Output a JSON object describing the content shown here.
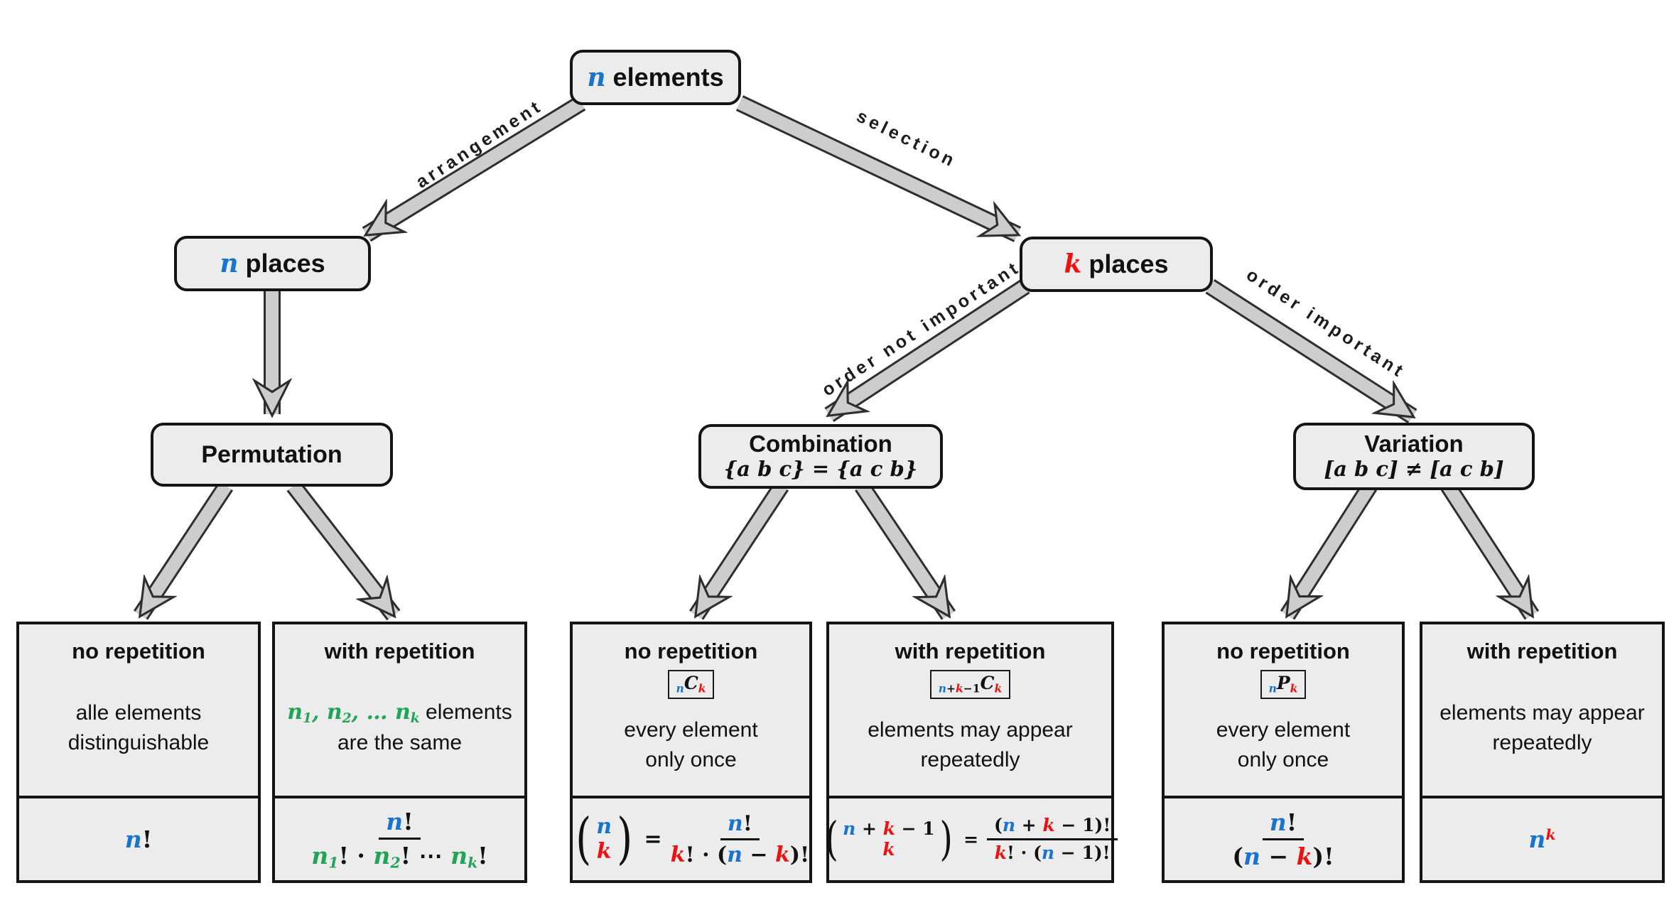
{
  "colors": {
    "variable_n": "#1a74cc",
    "variable_k": "#ee1111",
    "variable_multiset": "#21a457",
    "box_fill": "#ececec",
    "box_border": "#141414",
    "arrow_fill": "#cdcdcd",
    "arrow_outline": "#2e2e2e"
  },
  "root": {
    "tokens": [
      {
        "t": "n",
        "c": "n",
        "s": "var"
      },
      {
        "t": " elements",
        "s": "txt"
      }
    ]
  },
  "n_places": {
    "tokens": [
      {
        "t": "n",
        "c": "n",
        "s": "var"
      },
      {
        "t": " places",
        "s": "txt"
      }
    ]
  },
  "k_places": {
    "tokens": [
      {
        "t": "k",
        "c": "k",
        "s": "var"
      },
      {
        "t": " places",
        "s": "txt"
      }
    ]
  },
  "permutation": {
    "title": "Permutation"
  },
  "combination": {
    "title": "Combination",
    "subtitle": [
      {
        "t": "{a b c} = {a c b}",
        "s": "var"
      }
    ]
  },
  "variation": {
    "title": "Variation",
    "subtitle": [
      {
        "t": "[a b c] ≠ [a c b]",
        "s": "var"
      }
    ]
  },
  "edges": {
    "arrangement": "arrangement",
    "selection": "selection",
    "order_not_important": "order not important",
    "order_important": "order important"
  },
  "leaves": [
    {
      "title": "no repetition",
      "body1": [
        {
          "t": "alle elements",
          "s": "txt"
        }
      ],
      "body2": [
        {
          "t": "distinguishable",
          "s": "txt"
        }
      ],
      "formula": {
        "main": [
          {
            "t": "n",
            "c": "n",
            "s": "var"
          },
          {
            "t": "!",
            "s": "rom"
          }
        ]
      }
    },
    {
      "title": "with repetition",
      "body1": [
        {
          "t": "n",
          "c": "m",
          "s": "var"
        },
        {
          "t": "1",
          "c": "m",
          "s": "var sub"
        },
        {
          "t": ", ",
          "c": "m",
          "s": "var"
        },
        {
          "t": "n",
          "c": "m",
          "s": "var"
        },
        {
          "t": "2",
          "c": "m",
          "s": "var sub"
        },
        {
          "t": ", … ",
          "c": "m",
          "s": "var"
        },
        {
          "t": "n",
          "c": "m",
          "s": "var"
        },
        {
          "t": "k",
          "c": "m",
          "s": "var sub"
        },
        {
          "t": " elements",
          "s": "txt"
        }
      ],
      "body2": [
        {
          "t": "are the same",
          "s": "txt"
        }
      ],
      "formula": {
        "num": [
          {
            "t": "n",
            "c": "n",
            "s": "var"
          },
          {
            "t": "!",
            "s": "rom"
          }
        ],
        "den": [
          {
            "t": "n",
            "c": "m",
            "s": "var"
          },
          {
            "t": "1",
            "c": "m",
            "s": "var sub"
          },
          {
            "t": "! · ",
            "s": "rom"
          },
          {
            "t": "n",
            "c": "m",
            "s": "var"
          },
          {
            "t": "2",
            "c": "m",
            "s": "var sub"
          },
          {
            "t": "! ⋯ ",
            "s": "rom"
          },
          {
            "t": "n",
            "c": "m",
            "s": "var"
          },
          {
            "t": "k",
            "c": "m",
            "s": "var sub"
          },
          {
            "t": "!",
            "s": "rom"
          }
        ]
      }
    },
    {
      "title": "no repetition",
      "badge": [
        {
          "t": "n",
          "c": "n",
          "s": "var sub"
        },
        {
          "t": "C",
          "s": "var"
        },
        {
          "t": "k",
          "c": "k",
          "s": "var sub"
        }
      ],
      "body1": [
        {
          "t": "every element",
          "s": "txt"
        }
      ],
      "body2": [
        {
          "t": "only once",
          "s": "txt"
        }
      ],
      "formula": {
        "lp": "(",
        "rp": ")",
        "eq": "=",
        "binom_top": [
          {
            "t": "n",
            "c": "n",
            "s": "var"
          }
        ],
        "binom_bot": [
          {
            "t": "k",
            "c": "k",
            "s": "var"
          }
        ],
        "num": [
          {
            "t": "n",
            "c": "n",
            "s": "var"
          },
          {
            "t": "!",
            "s": "rom"
          }
        ],
        "den": [
          {
            "t": "k",
            "c": "k",
            "s": "var"
          },
          {
            "t": "! · (",
            "s": "rom"
          },
          {
            "t": "n",
            "c": "n",
            "s": "var"
          },
          {
            "t": " − ",
            "s": "rom"
          },
          {
            "t": "k",
            "c": "k",
            "s": "var"
          },
          {
            "t": ")!",
            "s": "rom"
          }
        ]
      }
    },
    {
      "title": "with repetition",
      "badge": [
        {
          "t": "n",
          "c": "n",
          "s": "var sub"
        },
        {
          "t": "+",
          "s": "rom sub"
        },
        {
          "t": "k",
          "c": "k",
          "s": "var sub"
        },
        {
          "t": "−1",
          "s": "rom sub"
        },
        {
          "t": "C",
          "s": "var"
        },
        {
          "t": "k",
          "c": "k",
          "s": "var sub"
        }
      ],
      "body1": [
        {
          "t": "elements may appear",
          "s": "txt"
        }
      ],
      "body2": [
        {
          "t": "repeatedly",
          "s": "txt"
        }
      ],
      "formula": {
        "lp": "(",
        "rp": ")",
        "eq": "=",
        "binom_top": [
          {
            "t": "n",
            "c": "n",
            "s": "var"
          },
          {
            "t": " + ",
            "s": "rom"
          },
          {
            "t": "k",
            "c": "k",
            "s": "var"
          },
          {
            "t": " − 1",
            "s": "rom"
          }
        ],
        "binom_bot": [
          {
            "t": "k",
            "c": "k",
            "s": "var"
          }
        ],
        "num": [
          {
            "t": "(",
            "s": "rom"
          },
          {
            "t": "n",
            "c": "n",
            "s": "var"
          },
          {
            "t": " + ",
            "s": "rom"
          },
          {
            "t": "k",
            "c": "k",
            "s": "var"
          },
          {
            "t": " − 1",
            "s": "rom"
          },
          {
            "t": ")!",
            "s": "rom"
          }
        ],
        "den": [
          {
            "t": "k",
            "c": "k",
            "s": "var"
          },
          {
            "t": "! · (",
            "s": "rom"
          },
          {
            "t": "n",
            "c": "n",
            "s": "var"
          },
          {
            "t": " − 1",
            "s": "rom"
          },
          {
            "t": ")!",
            "s": "rom"
          }
        ]
      }
    },
    {
      "title": "no repetition",
      "badge": [
        {
          "t": "n",
          "c": "n",
          "s": "var sub"
        },
        {
          "t": "P",
          "s": "var"
        },
        {
          "t": "k",
          "c": "k",
          "s": "var sub"
        }
      ],
      "body1": [
        {
          "t": "every element",
          "s": "txt"
        }
      ],
      "body2": [
        {
          "t": "only once",
          "s": "txt"
        }
      ],
      "formula": {
        "num": [
          {
            "t": "n",
            "c": "n",
            "s": "var"
          },
          {
            "t": "!",
            "s": "rom"
          }
        ],
        "den": [
          {
            "t": "(",
            "s": "rom"
          },
          {
            "t": "n",
            "c": "n",
            "s": "var"
          },
          {
            "t": " − ",
            "s": "rom"
          },
          {
            "t": "k",
            "c": "k",
            "s": "var"
          },
          {
            "t": ")!",
            "s": "rom"
          }
        ]
      }
    },
    {
      "title": "with repetition",
      "body1": [
        {
          "t": "elements may appear",
          "s": "txt"
        }
      ],
      "body2": [
        {
          "t": "repeatedly",
          "s": "txt"
        }
      ],
      "formula": {
        "main": [
          {
            "t": "n",
            "c": "n",
            "s": "var"
          },
          {
            "t": "k",
            "c": "k",
            "s": "var sup"
          }
        ]
      }
    }
  ]
}
